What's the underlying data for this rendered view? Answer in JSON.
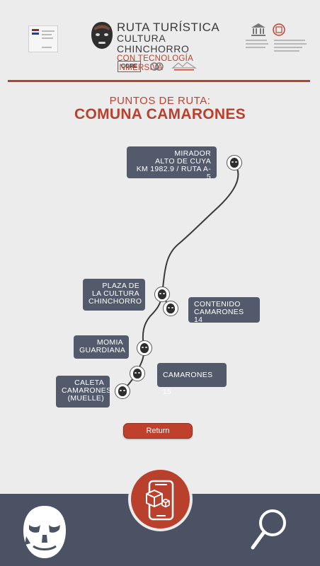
{
  "header": {
    "title_line1": "RUTA TURÍSTICA",
    "title_line2": "CULTURA CHINCHORRO",
    "title_line3": "CON TECNOLOGÍA INMERSIVA",
    "core_logo": "CORE"
  },
  "page": {
    "subtitle": "PUNTOS DE RUTA:",
    "title": "COMUNA CAMARONES"
  },
  "route_points": [
    {
      "id": "mirador",
      "lines": [
        "MIRADOR",
        "ALTO DE CUYA",
        "KM 1982.9 / RUTA A-5"
      ]
    },
    {
      "id": "plaza",
      "lines": [
        "PLAZA DE",
        "LA CULTURA",
        "CHINCHORRO"
      ]
    },
    {
      "id": "contenido",
      "lines": [
        "CONTENIDO",
        "CAMARONES 14"
      ]
    },
    {
      "id": "momia",
      "lines": [
        "MOMIA",
        "GUARDIANA"
      ]
    },
    {
      "id": "camarones15",
      "lines": [
        "CAMARONES 15"
      ]
    },
    {
      "id": "caleta",
      "lines": [
        "CALETA",
        "CAMARONES",
        "(MUELLE)"
      ]
    }
  ],
  "actions": {
    "return_label": "Return"
  },
  "icons": {
    "gallery": "mummy-face-icon",
    "ar": "phone-ar-cube-icon",
    "search": "magnifier-icon"
  },
  "colors": {
    "accent": "#b9402d",
    "label_bg": "#525a6b",
    "bottom_bar": "#4a5264",
    "background": "#ececec"
  }
}
